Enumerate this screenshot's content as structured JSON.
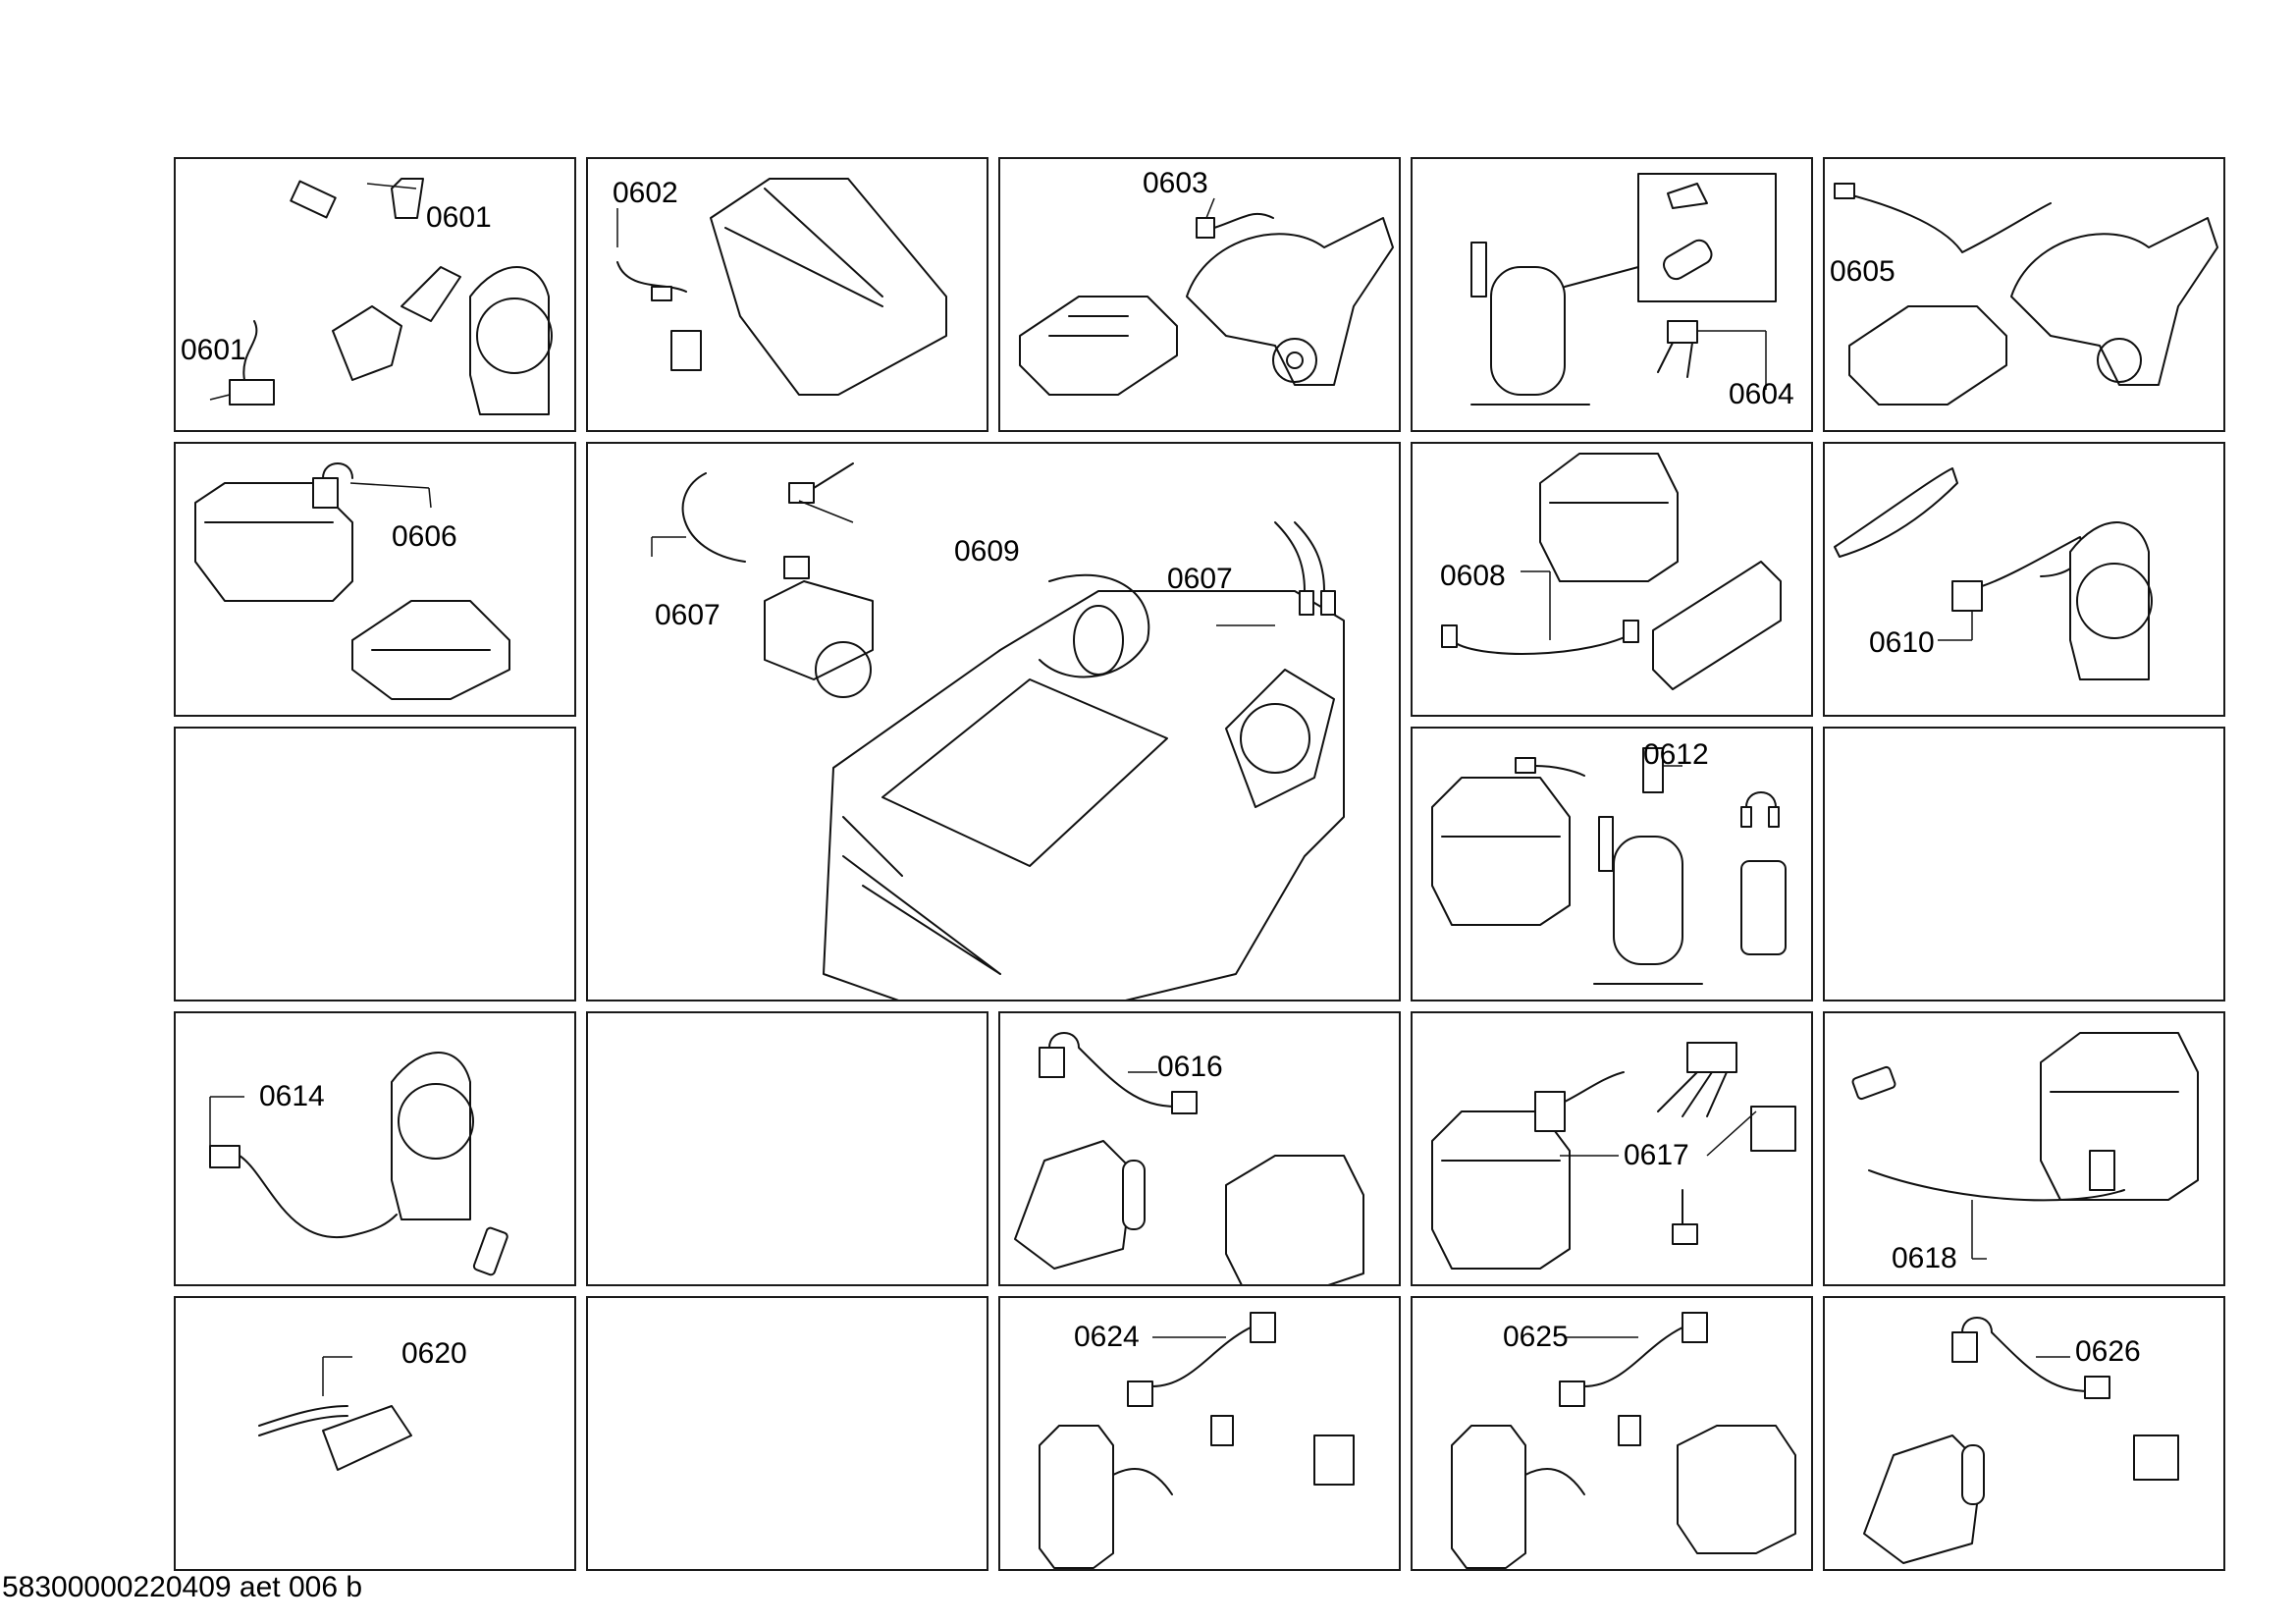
{
  "labels": {
    "p0601a": "0601",
    "p0601b": "0601",
    "p0602": "0602",
    "p0603": "0603",
    "p0604": "0604",
    "p0605": "0605",
    "p0606": "0606",
    "p0607a": "0607",
    "p0607b": "0607",
    "p0609": "0609",
    "p0608": "0608",
    "p0610": "0610",
    "p0612": "0612",
    "p0614": "0614",
    "p0616": "0616",
    "p0617": "0617",
    "p0618": "0618",
    "p0620": "0620",
    "p0624": "0624",
    "p0625": "0625",
    "p0626": "0626"
  },
  "footer": "58300000220409 aet 006 b"
}
